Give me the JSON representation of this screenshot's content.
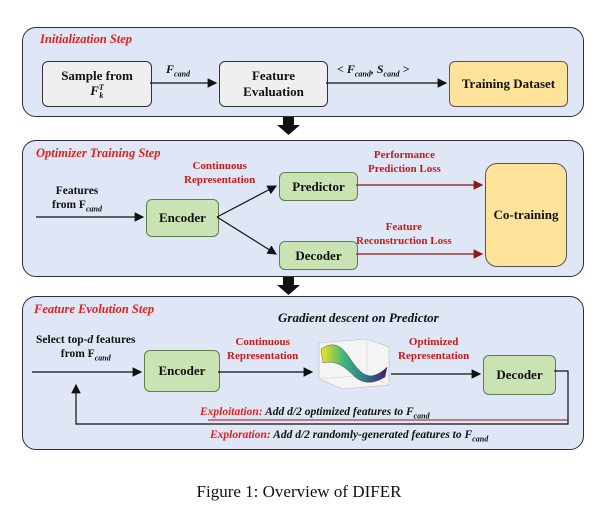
{
  "init": {
    "title": "Initialization Step",
    "sample_box": "Sample from",
    "sample_sub": "F",
    "sample_sub_sup": "T",
    "sample_sub_sub": "k",
    "edge_fcand": "F",
    "edge_fcand_sub": "cand",
    "eval_box": "Feature Evaluation",
    "pair_label_open": "< ",
    "pair_f": "F",
    "pair_f_sub": "cand",
    "pair_s": "S",
    "pair_s_sub": "cand",
    "pair_label_close": " >",
    "dataset_box": "Training Dataset"
  },
  "optimizer": {
    "title": "Optimizer Training Step",
    "features_label_1": "Features",
    "features_label_2": "from F",
    "features_sub": "cand",
    "encoder": "Encoder",
    "cont_rep_1": "Continuous",
    "cont_rep_2": "Representation",
    "predictor": "Predictor",
    "decoder": "Decoder",
    "perf_loss_1": "Performance",
    "perf_loss_2": "Prediction Loss",
    "recon_loss_1": "Feature",
    "recon_loss_2": "Reconstruction  Loss",
    "cotraining": "Co-training"
  },
  "evolution": {
    "title": "Feature Evolution Step",
    "gradient_title": "Gradient descent on Predictor",
    "select_1": "Select top-",
    "select_d": "d",
    "select_2": " features",
    "select_3": "from F",
    "select_sub": "cand",
    "encoder": "Encoder",
    "cont_rep_1": "Continuous",
    "cont_rep_2": "Representation",
    "opt_rep_1": "Optimized",
    "opt_rep_2": "Representation",
    "decoder": "Decoder",
    "exploit_head": "Exploitation:",
    "exploit_text": " Add d/2 optimized features to F",
    "exploit_sub": "cand",
    "explore_head": "Exploration:",
    "explore_text": " Add d/2 randomly-generated features to F",
    "explore_sub": "cand"
  },
  "caption": "Figure 1: Overview of DIFER",
  "colors": {
    "panel_bg": "#dfe6f5",
    "green_box": "#c9e3b4",
    "yellow_box": "#ffe39a",
    "gray_box": "#efefef",
    "red_text": "#e0201b",
    "dark_red_line": "#8b1a1a"
  }
}
